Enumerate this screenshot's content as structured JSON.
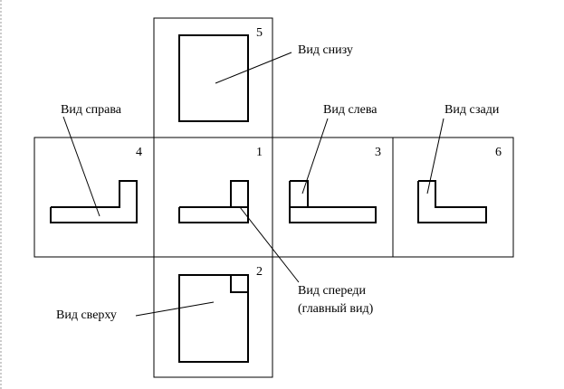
{
  "views": [
    {
      "number": "1",
      "label": "Вид спереди",
      "label_line2": "(главный вид)"
    },
    {
      "number": "2",
      "label": "Вид сверху"
    },
    {
      "number": "3",
      "label": "Вид слева"
    },
    {
      "number": "4",
      "label": "Вид справа"
    },
    {
      "number": "5",
      "label": "Вид снизу"
    },
    {
      "number": "6",
      "label": "Вид сзади"
    }
  ]
}
